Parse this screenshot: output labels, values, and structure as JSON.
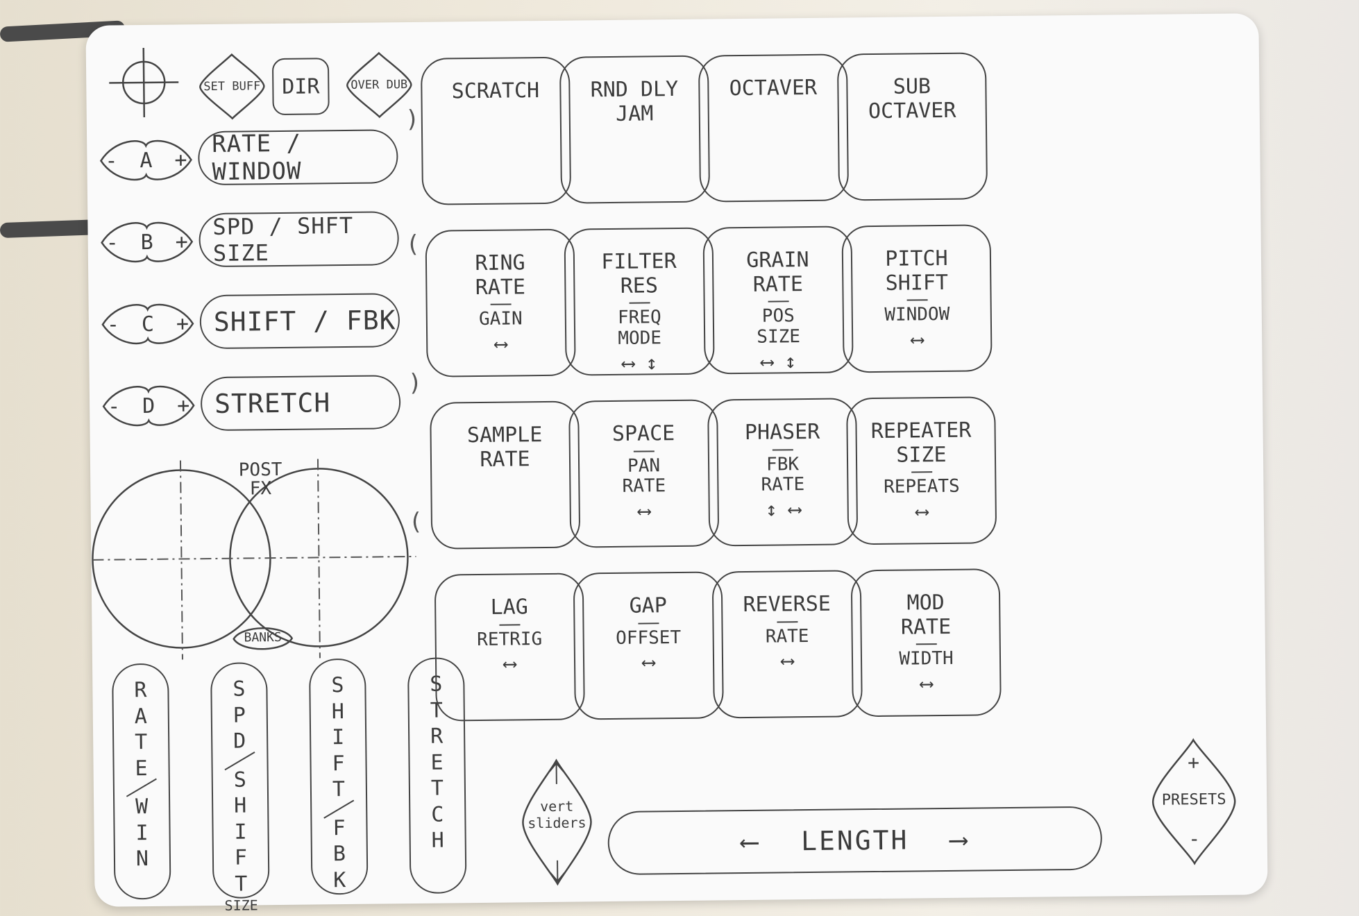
{
  "top_buttons": {
    "set_buff": "SET BUFF",
    "dir": "DIR",
    "over_dub": "OVER DUB"
  },
  "encoders": [
    {
      "minus": "-",
      "letter": "A",
      "plus": "+",
      "label": "RATE / WINDOW"
    },
    {
      "minus": "-",
      "letter": "B",
      "plus": "+",
      "label": "SPD / SHFT SIZE"
    },
    {
      "minus": "-",
      "letter": "C",
      "plus": "+",
      "label": "SHIFT / FBK"
    },
    {
      "minus": "-",
      "letter": "D",
      "plus": "+",
      "label": "STRETCH"
    }
  ],
  "xy": {
    "post_fx": "POST FX",
    "banks": "BANKS"
  },
  "vertical_sliders": [
    {
      "top": [
        "R",
        "A",
        "T",
        "E"
      ],
      "bottom": [
        "W",
        "I",
        "N"
      ]
    },
    {
      "top": [
        "S",
        "P",
        "D"
      ],
      "bottom": [
        "S",
        "H",
        "I",
        "F",
        "T"
      ],
      "extra": "SIZE"
    },
    {
      "top": [
        "S",
        "H",
        "I",
        "F",
        "T"
      ],
      "bottom": [
        "F",
        "B",
        "K"
      ]
    },
    {
      "top": [
        "S",
        "T",
        "R",
        "E",
        "T",
        "C",
        "H"
      ],
      "bottom": []
    }
  ],
  "pads": [
    {
      "lines": [
        "SCRATCH"
      ],
      "sub": [],
      "arrow": ""
    },
    {
      "lines": [
        "RND DLY",
        "JAM"
      ],
      "sub": [],
      "arrow": ""
    },
    {
      "lines": [
        "OCTAVER"
      ],
      "sub": [],
      "arrow": ""
    },
    {
      "lines": [
        "SUB",
        "OCTAVER"
      ],
      "sub": [],
      "arrow": ""
    },
    {
      "lines": [
        "RING",
        "RATE"
      ],
      "sub": [
        "GAIN"
      ],
      "arrow": "⟷"
    },
    {
      "lines": [
        "FILTER",
        "RES"
      ],
      "sub": [
        "FREQ",
        "MODE"
      ],
      "arrow": "⟷ ↕"
    },
    {
      "lines": [
        "GRAIN",
        "RATE"
      ],
      "sub": [
        "POS",
        "SIZE"
      ],
      "arrow": "⟷ ↕"
    },
    {
      "lines": [
        "PITCH",
        "SHIFT"
      ],
      "sub": [
        "WINDOW"
      ],
      "arrow": "⟷"
    },
    {
      "lines": [
        "SAMPLE",
        "RATE"
      ],
      "sub": [],
      "arrow": ""
    },
    {
      "lines": [
        "SPACE"
      ],
      "sub": [
        "PAN",
        "RATE"
      ],
      "arrow": "⟷"
    },
    {
      "lines": [
        "PHASER"
      ],
      "sub": [
        "FBK",
        "RATE"
      ],
      "arrow": "↕ ⟷"
    },
    {
      "lines": [
        "REPEATER",
        "SIZE"
      ],
      "sub": [
        "REPEATS"
      ],
      "arrow": "⟷"
    },
    {
      "lines": [
        "LAG"
      ],
      "sub": [
        "RETRIG"
      ],
      "arrow": "⟷"
    },
    {
      "lines": [
        "GAP"
      ],
      "sub": [
        "OFFSET"
      ],
      "arrow": "⟷"
    },
    {
      "lines": [
        "REVERSE"
      ],
      "sub": [
        "RATE"
      ],
      "arrow": "⟷"
    },
    {
      "lines": [
        "MOD",
        "RATE"
      ],
      "sub": [
        "WIDTH"
      ],
      "arrow": "⟷"
    }
  ],
  "bottom": {
    "vert_sliders": "vert sliders",
    "length": "LENGTH",
    "presets": "PRESETS",
    "plus": "+",
    "minus": "-"
  }
}
